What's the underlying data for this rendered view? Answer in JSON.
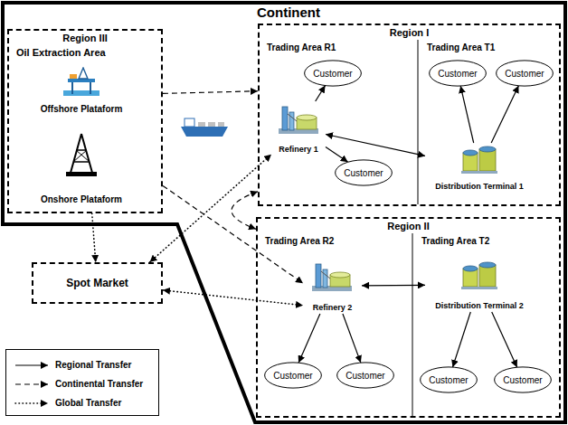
{
  "diagram": {
    "nodes": [
      {
        "text": [
          "Continent"
        ]
      },
      {
        "text": [
          "Region III",
          "Oil Extraction Area"
        ],
        "in": 0
      },
      {
        "text": [
          "Offshore Plataform"
        ],
        "in": 1
      },
      {
        "text": [
          "Onshore Plataform"
        ],
        "in": 1
      },
      {
        "text": [
          "Region I"
        ],
        "in": 0
      },
      {
        "text": [
          "Trading Area R1"
        ],
        "in": 4
      },
      {
        "text": [
          "Customer"
        ],
        "in": 5
      },
      {
        "text": [
          "Refinery 1"
        ],
        "in": 5
      },
      {
        "text": [
          "Customer"
        ],
        "in": 5
      },
      {
        "text": [
          "Trading Area T1"
        ],
        "in": 4
      },
      {
        "text": [
          "Customer"
        ],
        "in": 9
      },
      {
        "text": [
          "Customer"
        ],
        "in": 9
      },
      {
        "text": [
          "Distribution Terminal 1"
        ],
        "in": 9
      },
      {
        "text": [
          "Region II"
        ],
        "in": 0
      },
      {
        "text": [
          "Trading Area R2"
        ],
        "in": 13
      },
      {
        "text": [
          "Refinery 2"
        ],
        "in": 14
      },
      {
        "text": [
          "Customer"
        ],
        "in": 14
      },
      {
        "text": [
          "Customer"
        ],
        "in": 14
      },
      {
        "text": [
          "Trading Area T2"
        ],
        "in": 13
      },
      {
        "text": [
          "Distribution Terminal 2"
        ],
        "in": 18
      },
      {
        "text": [
          "Customer"
        ],
        "in": 18
      },
      {
        "text": [
          "Customer"
        ],
        "in": 18
      },
      {
        "text": [
          "Spot Market"
        ]
      }
    ],
    "edges": [
      {
        "from": 7,
        "to": 6,
        "arrow": "to"
      },
      {
        "from": 7,
        "to": 8,
        "arrow": "to"
      },
      {
        "from": 7,
        "to": 12,
        "arrow": "both"
      },
      {
        "from": 12,
        "to": 10,
        "arrow": "to"
      },
      {
        "from": 12,
        "to": 11,
        "arrow": "to"
      },
      {
        "from": 15,
        "to": 19,
        "arrow": "both"
      },
      {
        "from": 15,
        "to": 16,
        "arrow": "to"
      },
      {
        "from": 15,
        "to": 17,
        "arrow": "to"
      },
      {
        "from": 19,
        "to": 20,
        "arrow": "to"
      },
      {
        "from": 19,
        "to": 21,
        "arrow": "to"
      },
      {
        "from": 1,
        "to": 4,
        "arrow": "to"
      },
      {
        "from": 1,
        "to": 15,
        "arrow": "to"
      },
      {
        "from": 4,
        "to": 13,
        "arrow": "both"
      },
      {
        "from": 1,
        "to": 22,
        "arrow": "to"
      },
      {
        "from": 22,
        "to": 7,
        "arrow": "both"
      },
      {
        "from": 22,
        "to": 15,
        "arrow": "both"
      }
    ],
    "legend": [
      {
        "text": "Regional Transfer"
      },
      {
        "text": "Continental Transfer"
      },
      {
        "text": "Global Transfer"
      }
    ]
  }
}
